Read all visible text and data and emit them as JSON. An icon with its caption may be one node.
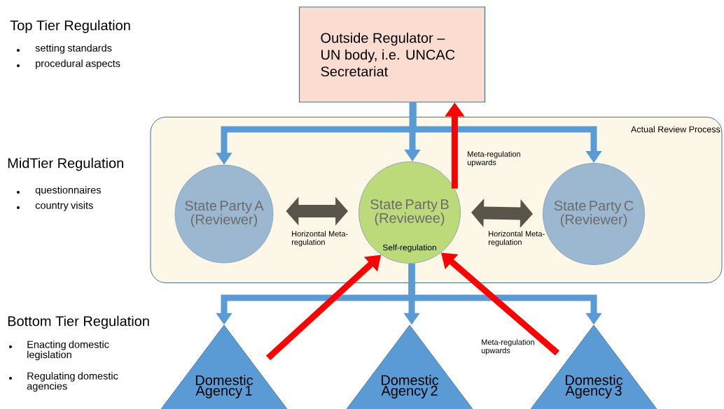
{
  "diagram": {
    "nodes": [
      {
        "text": [
          "Outside Regulator – UN body, i.e. UNCAC Secretariat"
        ]
      },
      {
        "text": [
          "Actual Review Process"
        ]
      },
      {
        "text": [
          "State Party A (Reviewer)"
        ],
        "in": 1
      },
      {
        "text": [
          "State Party B (Reviewee)",
          "Self-regulation"
        ],
        "in": 1
      },
      {
        "text": [
          "State Party C (Reviewer)"
        ],
        "in": 1
      },
      {
        "text": [
          "Domestic Agency 1"
        ]
      },
      {
        "text": [
          "Domestic Agency 2"
        ]
      },
      {
        "text": [
          "Domestic Agency 3"
        ]
      }
    ],
    "edges": [
      {
        "from": 0,
        "to": 2,
        "arrow": "to"
      },
      {
        "from": 0,
        "to": 3,
        "arrow": "to"
      },
      {
        "from": 0,
        "to": 4,
        "arrow": "to"
      },
      {
        "from": 3,
        "to": 0,
        "arrow": "to",
        "label": "Meta-regulation upwards",
        "color": "#ff0000"
      },
      {
        "from": 2,
        "to": 3,
        "arrow": "both",
        "label": "Horizontal Meta-regulation",
        "style": "thick",
        "color": "#5a554a"
      },
      {
        "from": 3,
        "to": 4,
        "arrow": "both",
        "label": "Horizontal Meta-regulation",
        "style": "thick",
        "color": "#5a554a"
      },
      {
        "from": 3,
        "to": 5,
        "arrow": "to"
      },
      {
        "from": 3,
        "to": 6,
        "arrow": "to"
      },
      {
        "from": 3,
        "to": 7,
        "arrow": "to"
      },
      {
        "from": 5,
        "to": 3,
        "arrow": "to",
        "color": "#ff0000"
      },
      {
        "from": 7,
        "to": 3,
        "arrow": "to",
        "label": "Meta-regulation upwards",
        "color": "#ff0000"
      }
    ],
    "labels": [
      "Top Tier Regulation",
      "setting standards",
      "procedural aspects",
      "MidTier Regulation",
      "questionnaires",
      "country visits",
      "Bottom Tier Regulation",
      "Enacting domestic legislation",
      "Regulating domestic agencies"
    ]
  }
}
